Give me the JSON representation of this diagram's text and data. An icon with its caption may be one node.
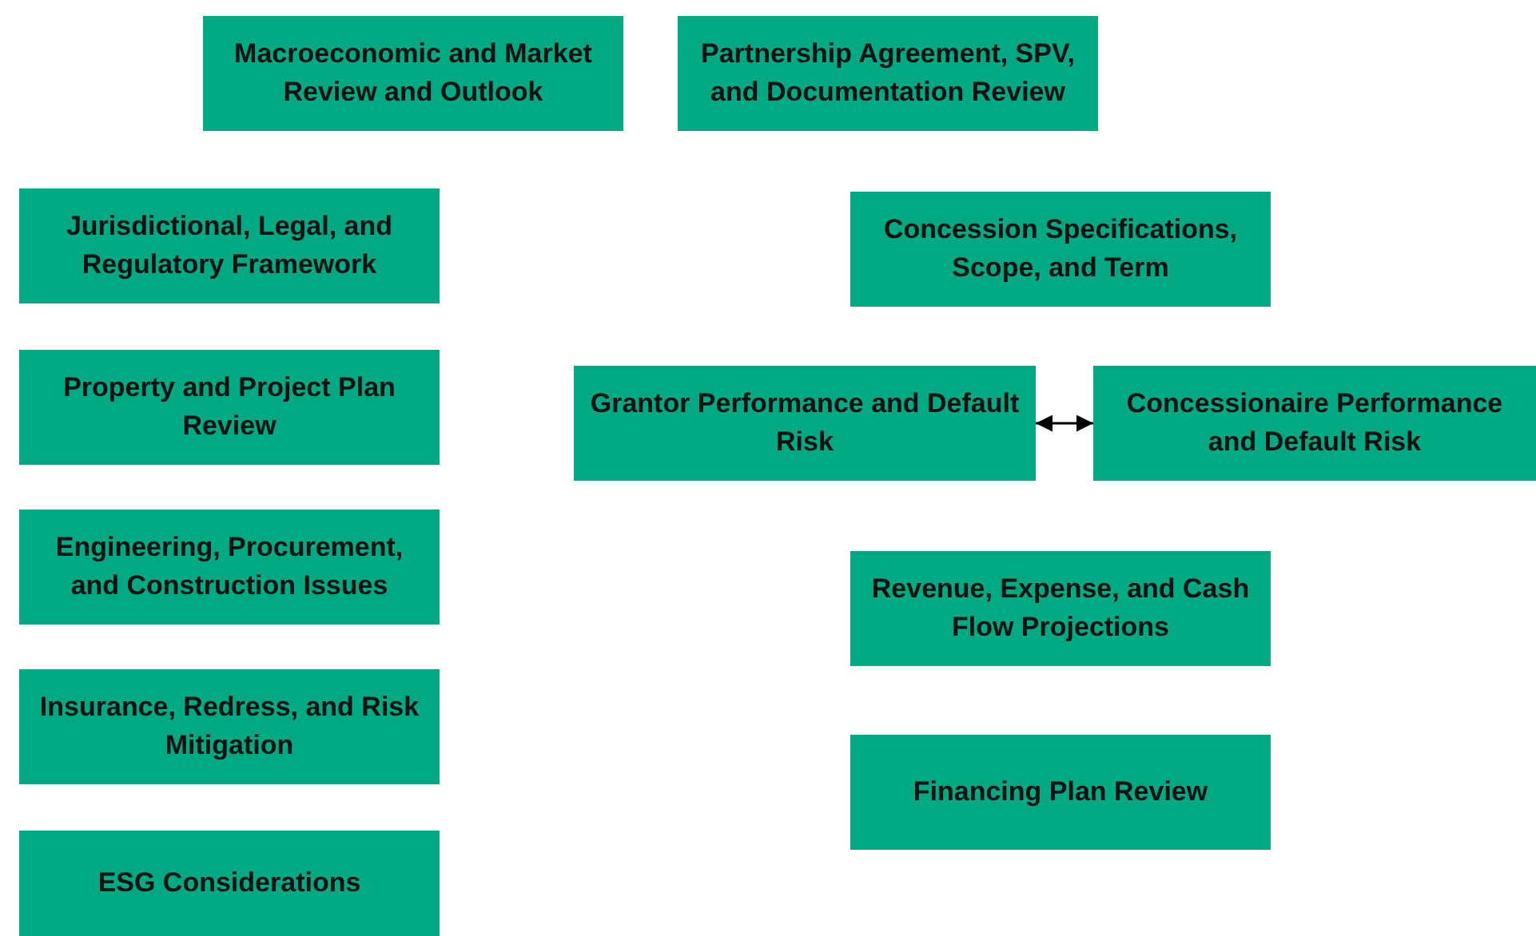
{
  "diagram": {
    "nodes": [
      {
        "text": [
          "Macroeconomic and Market Review and Outlook"
        ]
      },
      {
        "text": [
          "Partnership Agreement, SPV, and Documentation Review"
        ]
      },
      {
        "text": [
          "Jurisdictional, Legal, and Regulatory Framework"
        ]
      },
      {
        "text": [
          "Concession Specifications, Scope, and Term"
        ]
      },
      {
        "text": [
          "Property and Project Plan Review"
        ]
      },
      {
        "text": [
          "Grantor Performance and Default Risk"
        ]
      },
      {
        "text": [
          "Concessionaire Performance and Default Risk"
        ]
      },
      {
        "text": [
          "Engineering, Procurement, and Construction Issues"
        ]
      },
      {
        "text": [
          "Revenue, Expense, and Cash Flow Projections"
        ]
      },
      {
        "text": [
          "Insurance, Redress, and Risk Mitigation"
        ]
      },
      {
        "text": [
          "Financing Plan Review"
        ]
      },
      {
        "text": [
          "ESG Considerations"
        ]
      }
    ],
    "edges": [
      {
        "from": 5,
        "to": 6,
        "arrow": "both"
      }
    ]
  }
}
